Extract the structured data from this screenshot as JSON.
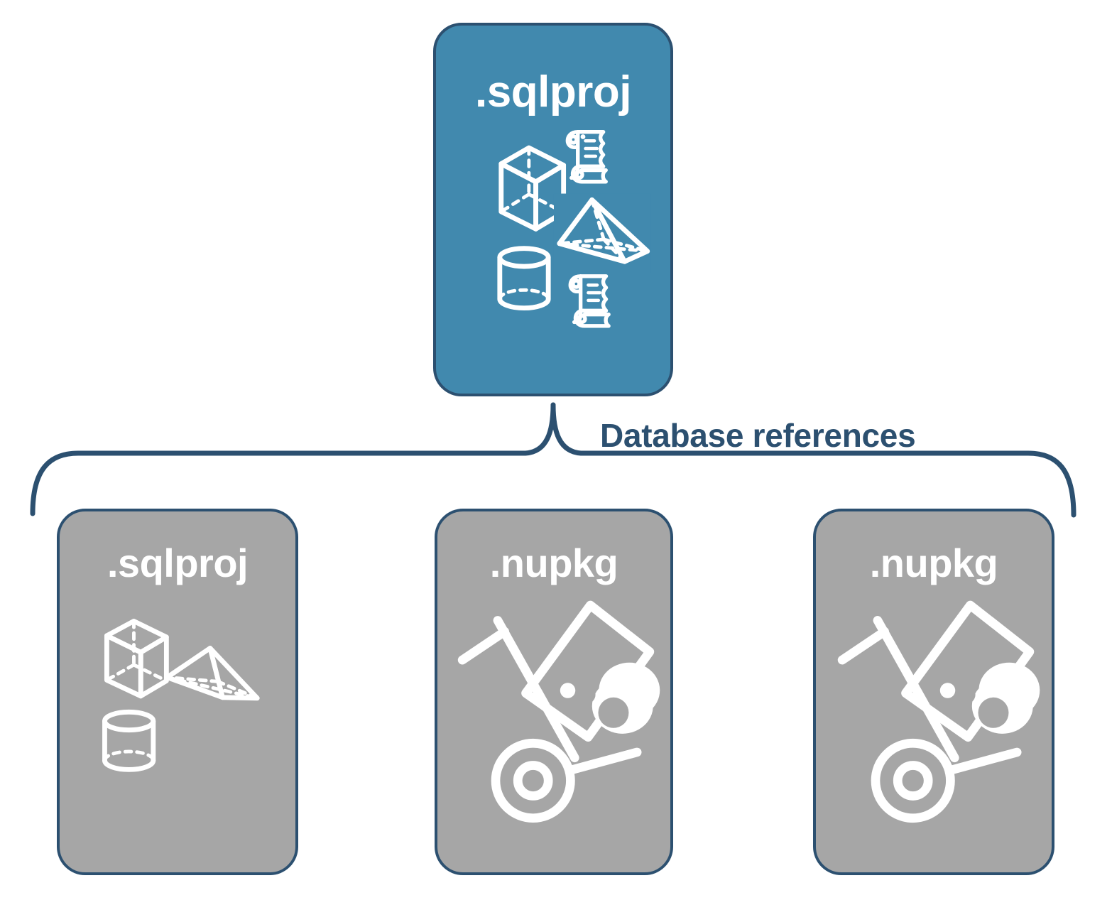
{
  "diagram": {
    "title_text": "Database references",
    "colors": {
      "project_fill": "#4189AE",
      "reference_fill": "#A6A6A6",
      "stroke": "#2C5070",
      "label_text": "#2C5070",
      "icon": "#FFFFFF",
      "background": "#FFFFFF"
    },
    "root": {
      "label": ".sqlproj",
      "kind": "project",
      "icons": [
        "cube-icon",
        "pyramid-icon",
        "cylinder-icon",
        "script-scroll-icon",
        "script-scroll-icon"
      ]
    },
    "connector": {
      "type": "curly-brace",
      "label": "Database references",
      "direction": "root-to-references"
    },
    "references": [
      {
        "label": ".sqlproj",
        "kind": "project",
        "icons": [
          "cube-icon",
          "pyramid-icon",
          "cylinder-icon"
        ]
      },
      {
        "label": ".nupkg",
        "kind": "package",
        "icons": [
          "nuget-hand-truck-icon"
        ]
      },
      {
        "label": ".nupkg",
        "kind": "package",
        "icons": [
          "nuget-hand-truck-icon"
        ]
      }
    ]
  }
}
